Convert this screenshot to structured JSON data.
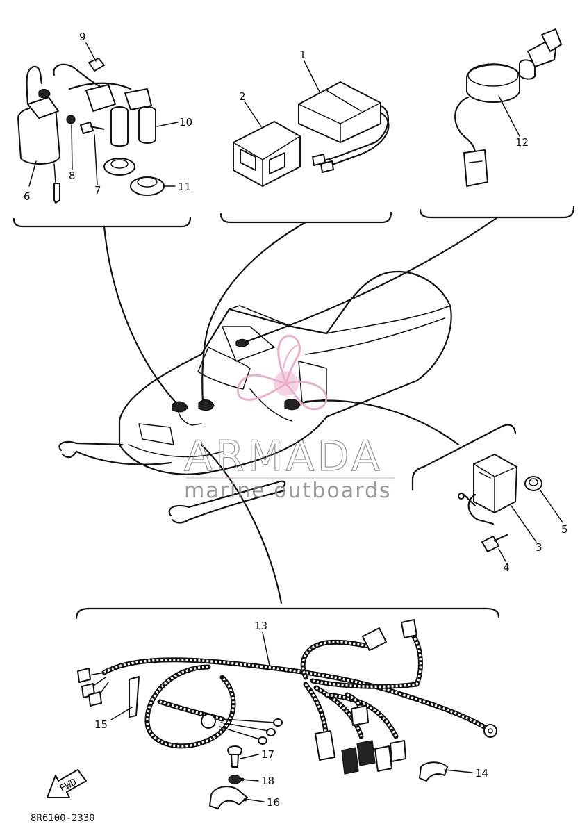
{
  "diagram": {
    "drawing_code": "8R6100-2330",
    "direction_arrow_label": "FWD",
    "watermark": {
      "title": "ARMADA",
      "subtitle": "marine outboards",
      "accent_color": "#e7a3c3",
      "text_color": "#8a8a8a"
    },
    "callouts": {
      "c1": "1",
      "c2": "2",
      "c3": "3",
      "c4": "4",
      "c5": "5",
      "c6": "6",
      "c7": "7",
      "c8": "8",
      "c9": "9",
      "c10": "10",
      "c11": "11",
      "c12": "12",
      "c13": "13",
      "c14": "14",
      "c15": "15",
      "c16": "16",
      "c17": "17",
      "c18": "18"
    }
  }
}
